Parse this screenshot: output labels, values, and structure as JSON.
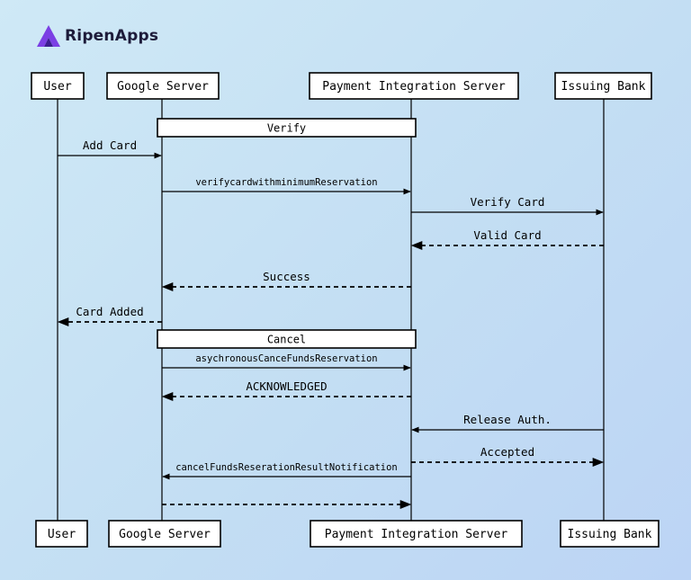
{
  "brand": {
    "name": "RipenApps",
    "logo_icon": "ripenapps-logo-icon",
    "logo_colors": [
      "#7b3fe4",
      "#3b1d8f"
    ]
  },
  "participants": [
    {
      "id": "user",
      "label": "User",
      "bottom_label": "User"
    },
    {
      "id": "google",
      "label": "Google Server",
      "bottom_label": "Google Server"
    },
    {
      "id": "pis",
      "label": "Payment Integration Server",
      "bottom_label": "Payment Integration Server"
    },
    {
      "id": "bank",
      "label": "Issuing Bank",
      "bottom_label": "Issuing Bank"
    }
  ],
  "frames": [
    {
      "label": "Verify",
      "from": "google",
      "to": "pis"
    },
    {
      "label": "Cancel",
      "from": "google",
      "to": "pis"
    }
  ],
  "messages": [
    {
      "from": "user",
      "to": "google",
      "label": "Add Card",
      "style": "solid"
    },
    {
      "from": "google",
      "to": "pis",
      "label": "verifycardwithminimumReservation",
      "style": "solid"
    },
    {
      "from": "pis",
      "to": "bank",
      "label": "Verify Card",
      "style": "solid"
    },
    {
      "from": "bank",
      "to": "pis",
      "label": "Valid Card",
      "style": "dashed"
    },
    {
      "from": "pis",
      "to": "google",
      "label": "Success",
      "style": "dashed"
    },
    {
      "from": "google",
      "to": "user",
      "label": "Card Added",
      "style": "dashed"
    },
    {
      "from": "google",
      "to": "pis",
      "label": "asychronousCanceFundsReservation",
      "style": "solid"
    },
    {
      "from": "pis",
      "to": "google",
      "label": "ACKNOWLEDGED",
      "style": "dashed"
    },
    {
      "from": "bank",
      "to": "pis",
      "label": "Release Auth.",
      "style": "solid"
    },
    {
      "from": "pis",
      "to": "bank",
      "label": "Accepted",
      "style": "dashed"
    },
    {
      "from": "pis",
      "to": "google",
      "label": "cancelFundsReserationResultNotification",
      "style": "solid"
    },
    {
      "from": "google",
      "to": "pis",
      "label": "",
      "style": "dashed"
    }
  ],
  "colors": {
    "line": "#000000",
    "box_fill": "#ffffff"
  }
}
